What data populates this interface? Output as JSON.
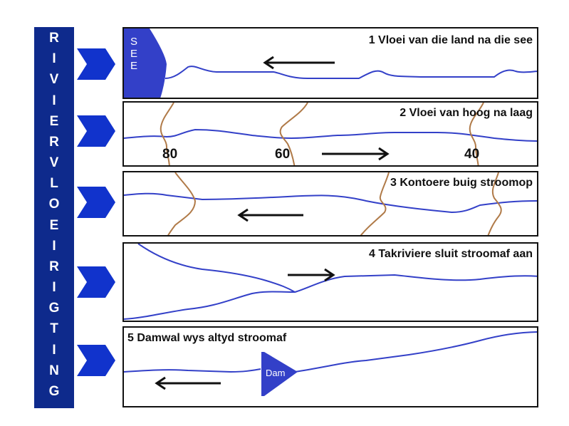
{
  "side_label": "RIVIERVLOEIRIGTING",
  "colors": {
    "bar": "#0e2a8c",
    "chevron": "#1133cc",
    "river": "#3340c8",
    "contour": "#b07a48",
    "arrow": "#111111"
  },
  "panels": [
    {
      "title": "1 Vloei van die land na die see",
      "sea_label": "SEE"
    },
    {
      "title": "2 Vloei van hoog na laag",
      "contour_labels": [
        "80",
        "60",
        "40"
      ]
    },
    {
      "title": "3 Kontoere buig stroomop"
    },
    {
      "title": "4 Takriviere sluit stroomaf aan"
    },
    {
      "title": "5 Damwal wys altyd stroomaf",
      "dam_label": "Dam"
    }
  ]
}
